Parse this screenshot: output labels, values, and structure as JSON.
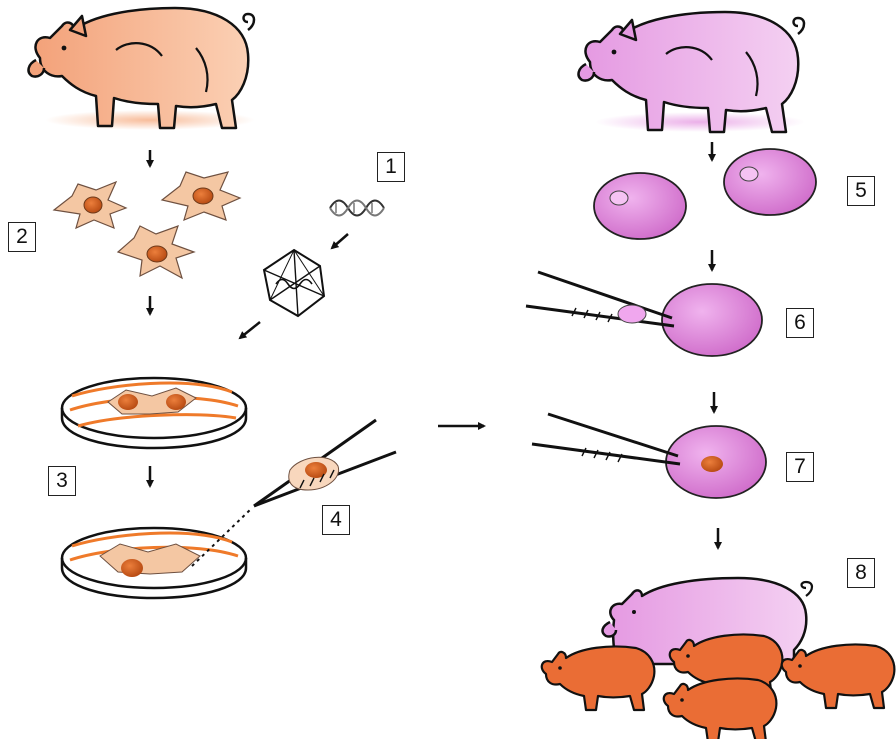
{
  "step_labels": {
    "s1": "1",
    "s2": "2",
    "s3": "3",
    "s4": "4",
    "s5": "5",
    "s6": "6",
    "s7": "7",
    "s8": "8"
  },
  "colors": {
    "donor_pig": "#f7b58f",
    "recipient_pig": "#e9a6e6",
    "fibroblast": "#f4c7a3",
    "nucleus": "#cf5a1c",
    "oocyte": "#d97ad3",
    "piglet": "#ea6d35",
    "culture_stripe": "#ef7a2a",
    "outline": "#111111"
  },
  "icons": [
    "donor-pig-icon",
    "recipient-pig-icon",
    "dna-helix-icon",
    "viral-vector-icon",
    "fibroblast-cell-icon",
    "petri-dish-icon",
    "micropipette-icon",
    "oocyte-icon",
    "piglet-icon",
    "arrow-icon"
  ]
}
